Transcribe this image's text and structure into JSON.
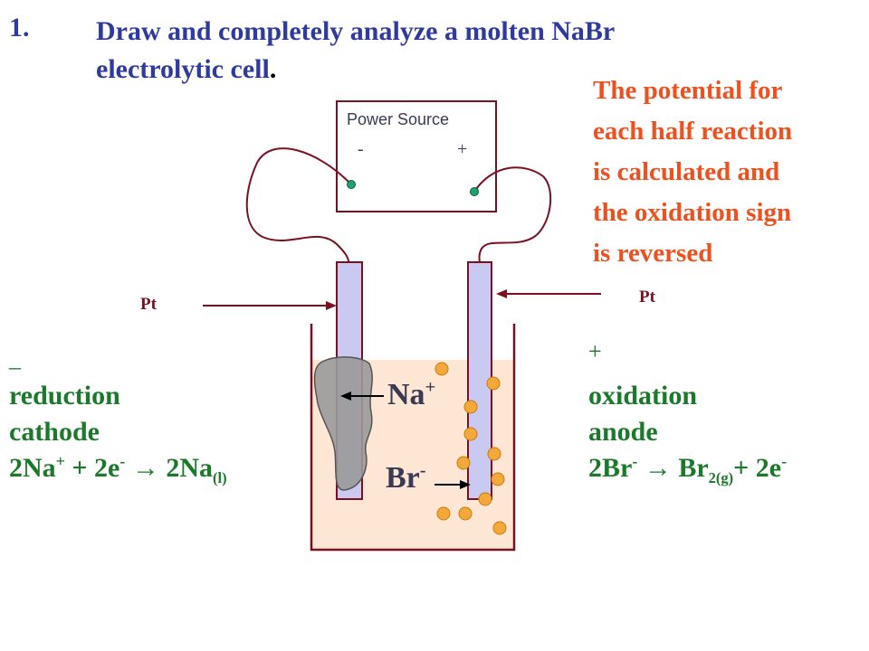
{
  "question": {
    "number": "1.",
    "line1": "Draw and completely analyze a molten NaBr",
    "line2": "electrolytic cell",
    "line2_end": "."
  },
  "note": {
    "lines": [
      "The potential for",
      "each half reaction",
      "is calculated and",
      "the oxidation sign",
      "is reversed"
    ]
  },
  "power_source": {
    "label": "Power Source",
    "minus": "-",
    "plus": "+"
  },
  "electrode_labels": {
    "left": "Pt",
    "right": "Pt"
  },
  "cathode": {
    "sign": "_",
    "process": "reduction",
    "name": "cathode",
    "eq_a": "2Na",
    "eq_a_sup": "+",
    "eq_b": " + 2e",
    "eq_b_sup": "-",
    "eq_c": " → 2Na",
    "eq_c_sub": "(l)"
  },
  "anode": {
    "sign": "+",
    "process": "oxidation",
    "name": "anode",
    "eq_a": "2Br",
    "eq_a_sup": "-",
    "eq_b": " → Br",
    "eq_b_sub": "2(g)",
    "eq_c": "+ 2e",
    "eq_c_sup": "-"
  },
  "ions": {
    "cation": "Na",
    "cation_sup": "+",
    "anion": "Br",
    "anion_sup": "-"
  },
  "colors": {
    "title": "#2f3a9e",
    "note": "#f0501e",
    "half_reactions": "#1b7a2a",
    "arrows": "#7a1020",
    "electrolyte": "#fde6d4",
    "electrode": "#c9c9f2",
    "sodium": "#9a9a9a",
    "bromine_bubble": "#f5a83a"
  }
}
